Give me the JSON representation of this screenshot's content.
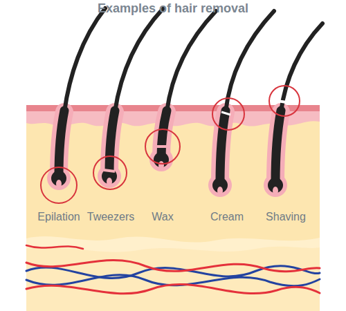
{
  "diagram": {
    "title": "Examples of hair removal",
    "labels": [
      "Epilation",
      "Tweezers",
      "Wax",
      "Cream",
      "Shaving"
    ]
  }
}
